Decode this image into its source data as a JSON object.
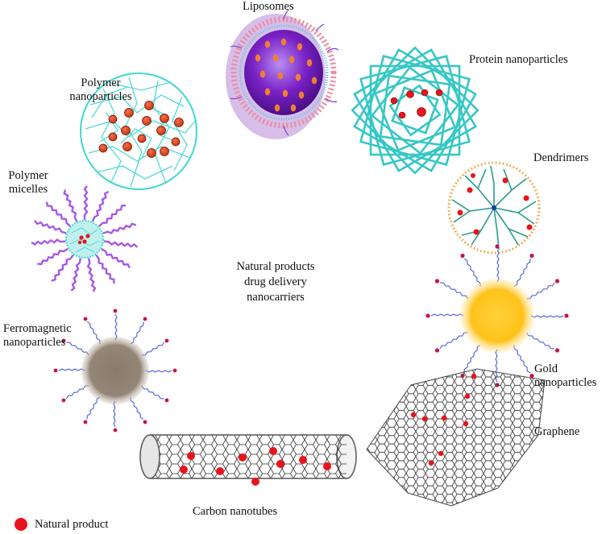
{
  "center_label": {
    "line1": "Natural products",
    "line2": "drug delivery",
    "line3": "nanocarriers"
  },
  "carriers": {
    "liposomes": "Liposomes",
    "protein_nanoparticles": "Protein nanoparticles",
    "polymer_nanoparticles": {
      "line1": "Polymer",
      "line2": "nanoparticles"
    },
    "dendrimers": "Dendrimers",
    "polymer_micelles": {
      "line1": "Polymer",
      "line2": "micelles"
    },
    "gold_nanoparticles": {
      "line1": "Gold",
      "line2": "nanoparticles"
    },
    "ferromagnetic_nanoparticles": {
      "line1": "Ferromagnetic",
      "line2": "nanoparticles"
    },
    "graphene": "Graphene",
    "carbon_nanotubes": "Carbon nanotubes"
  },
  "legend": {
    "label": "Natural product",
    "marker_icon": "red-dot"
  },
  "colors": {
    "natural_product": "#e8141c",
    "polymer": "#3fd8d0",
    "micelle_chain": "#a45ae6",
    "liposome_core": "#7a22c8",
    "gold": "#ffc21a",
    "ferromagnetic": "#8a7b6c",
    "pegylation": "#3a4fd0",
    "pegylation_tip": "#c8144c",
    "carbon": "#555555",
    "dendrimer_branch": "#2a9c8c",
    "dendrimer_tip": "#f19a2a"
  }
}
